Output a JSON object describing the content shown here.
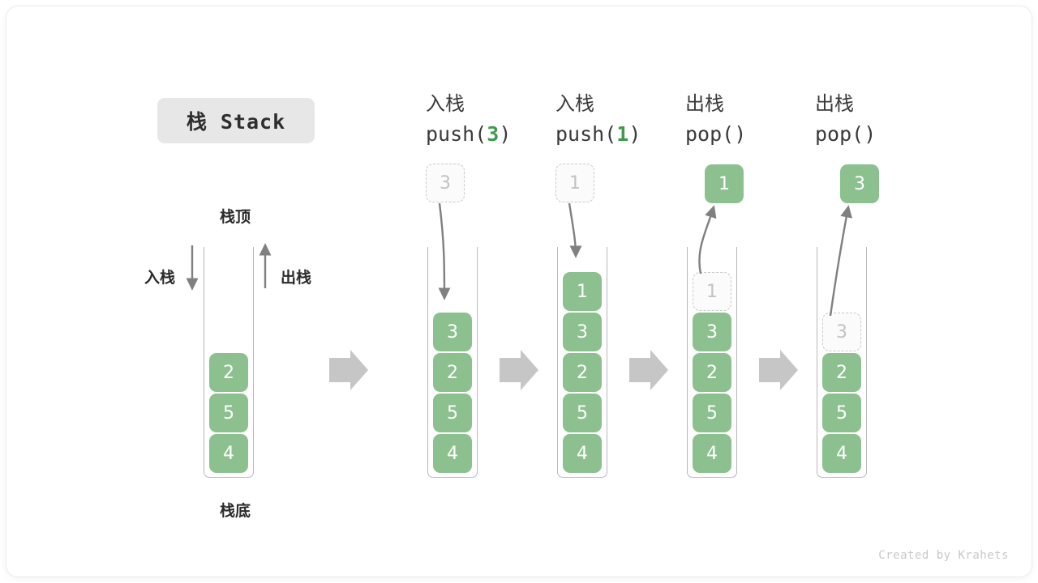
{
  "title_badge": {
    "text": "栈 Stack"
  },
  "first_stack": {
    "top_label": "栈顶",
    "bottom_label": "栈底",
    "push_label": "入栈",
    "pop_label": "出栈",
    "cells": [
      "2",
      "5",
      "4"
    ]
  },
  "steps": [
    {
      "zh": "入栈",
      "op_prefix": "push(",
      "op_value": "3",
      "op_suffix": ")",
      "float_value": "3",
      "float_kind": "ghost",
      "arrow": "down",
      "cells": [
        {
          "value": "3",
          "kind": "solid"
        },
        {
          "value": "2",
          "kind": "solid"
        },
        {
          "value": "5",
          "kind": "solid"
        },
        {
          "value": "4",
          "kind": "solid"
        }
      ]
    },
    {
      "zh": "入栈",
      "op_prefix": "push(",
      "op_value": "1",
      "op_suffix": ")",
      "float_value": "1",
      "float_kind": "ghost",
      "arrow": "down",
      "cells": [
        {
          "value": "1",
          "kind": "solid"
        },
        {
          "value": "3",
          "kind": "solid"
        },
        {
          "value": "2",
          "kind": "solid"
        },
        {
          "value": "5",
          "kind": "solid"
        },
        {
          "value": "4",
          "kind": "solid"
        }
      ]
    },
    {
      "zh": "出栈",
      "op_prefix": "pop(",
      "op_value": "",
      "op_suffix": ")",
      "float_value": "1",
      "float_kind": "solid",
      "arrow": "up",
      "cells": [
        {
          "value": "1",
          "kind": "ghost"
        },
        {
          "value": "3",
          "kind": "solid"
        },
        {
          "value": "2",
          "kind": "solid"
        },
        {
          "value": "5",
          "kind": "solid"
        },
        {
          "value": "4",
          "kind": "solid"
        }
      ]
    },
    {
      "zh": "出栈",
      "op_prefix": "pop(",
      "op_value": "",
      "op_suffix": ")",
      "float_value": "3",
      "float_kind": "solid",
      "arrow": "up",
      "cells": [
        {
          "value": "3",
          "kind": "ghost"
        },
        {
          "value": "2",
          "kind": "solid"
        },
        {
          "value": "5",
          "kind": "solid"
        },
        {
          "value": "4",
          "kind": "solid"
        }
      ]
    }
  ],
  "separators": [
    "step-arrow-1",
    "step-arrow-2",
    "step-arrow-3",
    "step-arrow-4"
  ],
  "footer": {
    "text": "Created by Krahets"
  },
  "colors": {
    "green": "#8cc18f",
    "green_text": "#3f9b4b",
    "gray_arrow": "#808080",
    "ghost_border": "#c9c9c9",
    "badge_bg": "#e7e7e7"
  }
}
